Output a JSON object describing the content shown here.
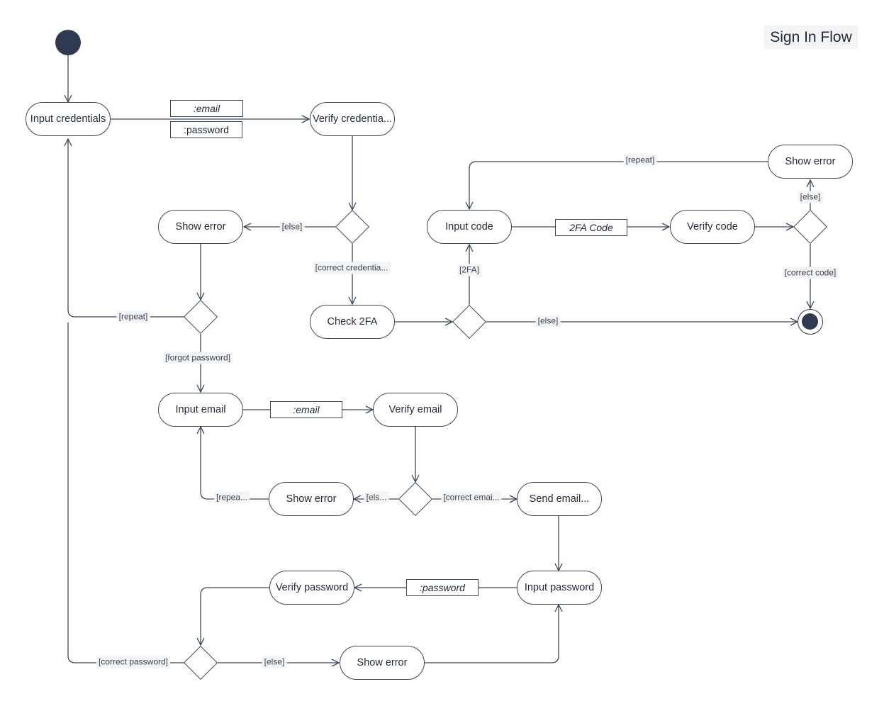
{
  "title": "Sign In Flow",
  "nodes": {
    "input_credentials": "Input credentials",
    "verify_credentials": "Verify credentia...",
    "show_error_1": "Show error",
    "check_2fa": "Check 2FA",
    "input_code": "Input code",
    "verify_code": "Verify code",
    "show_error_2": "Show error",
    "input_email": "Input email",
    "verify_email": "Verify email",
    "show_error_3": "Show error",
    "send_email": "Send email...",
    "input_password": "Input password",
    "verify_password": "Verify password",
    "show_error_4": "Show error"
  },
  "pins": {
    "email_1": ":email",
    "password_1": ":password",
    "code_2fa": "2FA Code",
    "email_2": ":email",
    "password_2": ":password"
  },
  "labels": {
    "else_1": "[else]",
    "correct_credentials": "[correct credentia...",
    "repeat_1": "[repeat]",
    "forgot_password": "[forgot password]",
    "twofa": "[2FA]",
    "else_2": "[else]",
    "repeat_2": "[repeat]",
    "else_3": "[else]",
    "correct_code": "[correct code]",
    "repeat_3": "[repea...",
    "else_4": "[els...",
    "correct_email": "[correct emai...",
    "correct_password": "[correct password]",
    "else_5": "[else]"
  },
  "colors": {
    "stroke": "#3b4759",
    "initial_fill": "#2d3a4f",
    "label_background": "#f3f4f6"
  }
}
